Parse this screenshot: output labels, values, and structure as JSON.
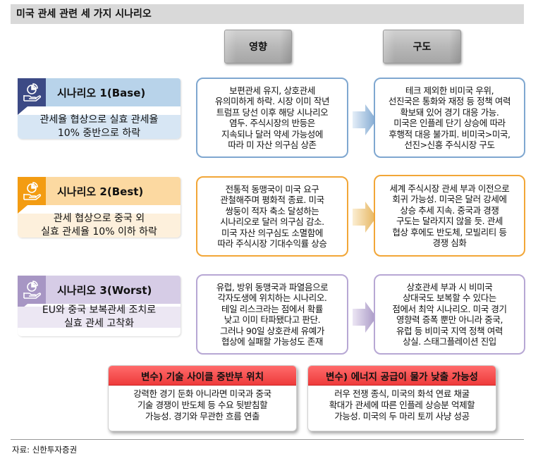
{
  "title": "미국 관세 관련 세 가지 시나리오",
  "column_headers": {
    "impact": "영향",
    "structure": "구도"
  },
  "scenarios": [
    {
      "name": "시나리오 1(Base)",
      "description": "관세율 협상으로 실효 관세율 10% 중반으로 하락",
      "description_lines": [
        "관세율 협상으로 실효 관세율",
        "10% 중반으로 하락"
      ],
      "impact": "보편관세 유지, 상호관세 유의미하게 하락. 시장 이미 작년 트럼프 당선 이후 해당 시나리오 염두. 주식시장의 반등은 지속되나 달러 약세 가능성에 따라 미 자산 의구심 상존",
      "impact_lines": [
        "보편관세 유지, 상호관세",
        "유의미하게 하락. 시장 이미 작년",
        "트럼프 당선 이후 해당 시나리오",
        "염두. 주식시장의 반등은",
        "지속되나 달러 약세 가능성에",
        "따라 미 자산 의구심 상존"
      ],
      "structure": "테크 제외한 비미국 우위, 선진국은 통화와 재정 등 정책 여력 확보돼 있어 경기 대응 가능. 미국은 인플레 단기 상승에 따라 후행적 대응 불가피. 비미국>미국, 선진>신흥 주식시장 구도",
      "structure_lines": [
        "테크 제외한 비미국 우위,",
        "선진국은 통화와 재정 등 정책 여력",
        "확보돼 있어 경기 대응 가능.",
        "미국은 인플레 단기 상승에 따라",
        "후행적 대응 불가피. 비미국>미국,",
        "선진>신흥 주식시장 구도"
      ],
      "color": "#3c4a85"
    },
    {
      "name": "시나리오 2(Best)",
      "description": "관세 협상으로 중국 외 실효 관세율 10% 이하 하락",
      "description_lines": [
        "관세 협상으로 중국 외",
        "실효 관세율 10% 이하 하락"
      ],
      "impact": "전통적 동맹국이 미국 요구 관철해주며 평화적 종료. 미국 쌍둥이 적자 축소 달성하는 시나리오로 달러 의구심 감소. 미국 자산 의구심도 소멸함에 따라 주식시장 기대수익률 상승",
      "impact_lines": [
        "전통적 동맹국이 미국 요구",
        "관철해주며 평화적 종료. 미국",
        "쌍둥이 적자 축소 달성하는",
        "시나리오로 달러 의구심 감소.",
        "미국 자산 의구심도 소멸함에",
        "따라 주식시장 기대수익률 상승"
      ],
      "structure": "세계 주식시장 관세 부과 이전으로 회귀 가능성. 미국은 달러 강세에 상승 추세 지속. 중국과 경쟁 구도는 달라지지 않을 듯. 관세 협상 후에도 반도체, 모빌리티 등 경쟁 심화",
      "structure_lines": [
        "세계 주식시장 관세 부과 이전으로",
        "회귀 가능성. 미국은 달러 강세에",
        "상승 추세 지속. 중국과 경쟁",
        "구도는 달라지지 않을 듯. 관세",
        "협상 후에도 반도체, 모빌리티 등",
        "경쟁 심화"
      ],
      "color": "#f39c12"
    },
    {
      "name": "시나리오 3(Worst)",
      "description": "EU와 중국 보복관세 조치로 실효 관세 고착화",
      "description_lines": [
        "EU와 중국 보복관세 조치로",
        "실효 관세 고착화"
      ],
      "impact": "유럽, 방위 동맹국과 파열음으로 각자도생에 위치하는 시나리오. 테일 리스크라는 점에서 확률 낮고 이미 타파됐다고 판단. 그러나 90일 상호관세 유예가 협상에 실패할 가능성도 존재",
      "impact_lines": [
        "유럽, 방위 동맹국과 파열음으로",
        "각자도생에 위치하는 시나리오.",
        "테일 리스크라는 점에서 확률",
        "낮고 이미 타파됐다고 판단.",
        "그러나 90일 상호관세 유예가",
        "협상에 실패할 가능성도 존재"
      ],
      "structure": "상호관세 부과 시 비미국 상대국도 보복할 수 있다는 점에서 최악 시나리오. 미국 경기 영향력 증폭 뿐만 아니라 중국, 유럽 등 비미국 지역 정책 여력 상실. 스태그플레이션 진입",
      "structure_lines": [
        "상호관세 부과 시 비미국",
        "상대국도 보복할 수 있다는",
        "점에서 최악 시나리오. 미국 경기",
        "영향력 증폭 뿐만 아니라 중국,",
        "유럽 등 비미국 지역 정책 여력",
        "상실. 스태그플레이션 진입"
      ],
      "color": "#a796c4"
    }
  ],
  "variables": [
    {
      "title": "변수) 기술 사이클 중반부 위치",
      "lines": [
        "강력한 경기 둔화 아니라면 미국과 중국",
        "기술 경쟁이 반도체 등 수요 뒷받침할",
        "가능성. 경기와 무관한 흐름 연출"
      ]
    },
    {
      "title": "변수) 에너지 공급이 물가 낮출 가능성",
      "lines": [
        "러우 전쟁 종식, 미국의 화석 연료 채굴",
        "확대가 관세에 따른 인플레 상승분 억제할",
        "가능성. 미국의 두 마리 토끼 사냥 성공"
      ]
    }
  ],
  "source": "자료: 신한투자증권",
  "icons": {
    "scenario_icon": "hand-pie-chart-icon",
    "arrow": "right-arrow-icon"
  },
  "colors": {
    "title_bg": "#d9d9d9",
    "base": "#3c4a85",
    "best": "#f39c12",
    "worst": "#a796c4",
    "variable_header": "#ee3b3b"
  }
}
